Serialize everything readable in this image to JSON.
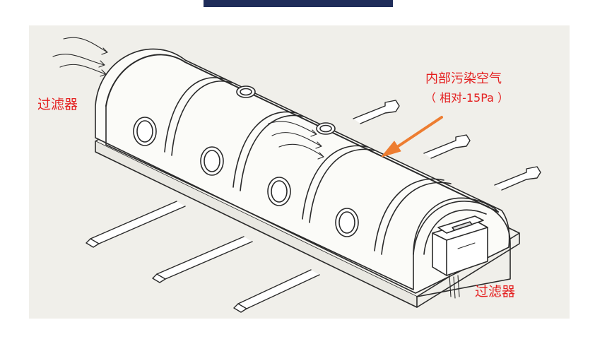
{
  "header": {
    "bar_color": "#1f2d5a"
  },
  "panel": {
    "background": "#f0efea"
  },
  "labels": {
    "filter_left": "过滤器",
    "filter_right": "过滤器",
    "contaminated_air": "内部污染空气",
    "pressure": "（ 相对-15Pa ）"
  },
  "colors": {
    "label": "#e41f1f",
    "arrow": "#ed7d31",
    "line_art": "#2a2a2a"
  },
  "icons": [
    "airflow-arrow-icon",
    "pointer-arrow-icon",
    "control-box-icon"
  ]
}
